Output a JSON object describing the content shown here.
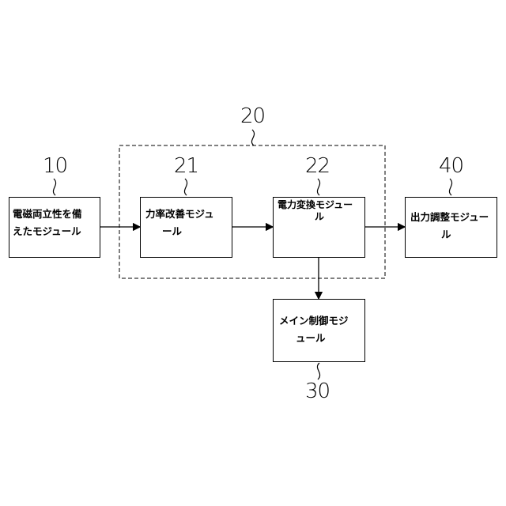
{
  "diagram": {
    "nodes": {
      "n10": {
        "ref": "10",
        "line1": "電磁両立性を備",
        "line2": "えたモジュール"
      },
      "n21": {
        "ref": "21",
        "line1": "力率改善モジュ",
        "line2": "ール"
      },
      "n22": {
        "ref": "22",
        "line1": "電力変換モジュー",
        "line2": "ル"
      },
      "n30": {
        "ref": "30",
        "line1": "メイン制御モジ",
        "line2": "ュール"
      },
      "n40": {
        "ref": "40",
        "line1": "出力調整モジュー",
        "line2": "ル"
      }
    },
    "group": {
      "ref": "20"
    },
    "transformer_icon": "transformer-icon",
    "colors": {
      "line": "#000000",
      "background": "#ffffff"
    }
  }
}
